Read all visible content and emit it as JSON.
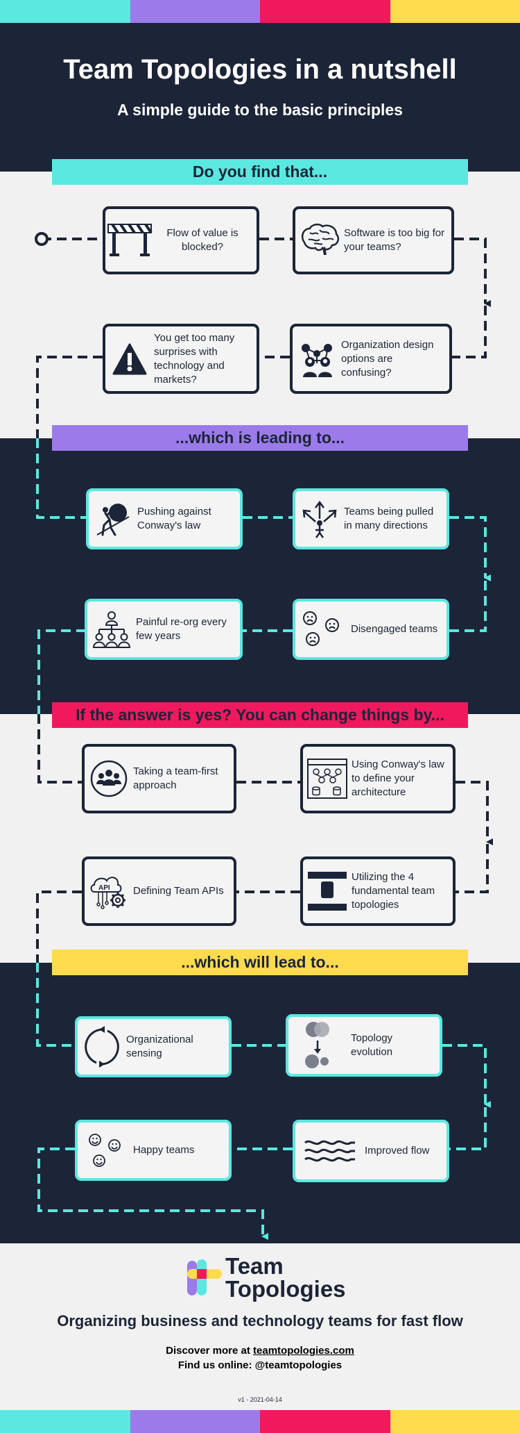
{
  "header": {
    "title": "Team Topologies in a nutshell",
    "subtitle": "A simple guide to the basic principles"
  },
  "colors": {
    "cyan": "#5ae8e0",
    "purple": "#9b7bea",
    "magenta": "#f0195e",
    "yellow": "#ffdb4d",
    "navy": "#1c2437",
    "light": "#f1f1f1"
  },
  "sections": {
    "s1": "Do you find that...",
    "s2": "...which is leading to...",
    "s3": "If the answer is yes? You can change things by...",
    "s4": "...which will lead to..."
  },
  "cards": {
    "c1": {
      "text": "Flow of value is blocked?",
      "icon": "barrier-icon"
    },
    "c2": {
      "text": "Software is too big for your teams?",
      "icon": "brain-icon"
    },
    "c3": {
      "text": "You get too many surprises with technology and markets?",
      "icon": "warning-icon"
    },
    "c4": {
      "text": "Organization design options are confusing?",
      "icon": "org-network-icon"
    },
    "c5": {
      "text": "Pushing against Conway's law",
      "icon": "pushing-boulder-icon"
    },
    "c6": {
      "text": "Teams being pulled in many directions",
      "icon": "pulled-directions-icon"
    },
    "c7": {
      "text": "Painful re-org every few years",
      "icon": "org-chart-icon"
    },
    "c8": {
      "text": "Disengaged teams",
      "icon": "sad-faces-icon"
    },
    "c9": {
      "text": "Taking a team-first approach",
      "icon": "team-icon"
    },
    "c10": {
      "text": "Using Conway's law to define your architecture",
      "icon": "architecture-icon"
    },
    "c11": {
      "text": "Defining Team APIs",
      "icon": "api-gear-icon"
    },
    "c12": {
      "text": "Utilizing the 4 fundamental team topologies",
      "icon": "topologies-icon"
    },
    "c13": {
      "text": "Organizational sensing",
      "icon": "cycle-arrows-icon"
    },
    "c14": {
      "text": "Topology evolution",
      "icon": "topology-evolution-icon"
    },
    "c15": {
      "text": "Happy teams",
      "icon": "happy-faces-icon"
    },
    "c16": {
      "text": "Improved flow",
      "icon": "waves-icon"
    }
  },
  "footer": {
    "logo_line1": "Team",
    "logo_line2": "Topologies",
    "tagline": "Organizing business and technology teams for fast flow",
    "discover_prefix": "Discover more at ",
    "discover_link": "teamtopologies.com",
    "find_us": "Find us online: @teamtopologies",
    "version": "v1 - 2021-04-14"
  }
}
